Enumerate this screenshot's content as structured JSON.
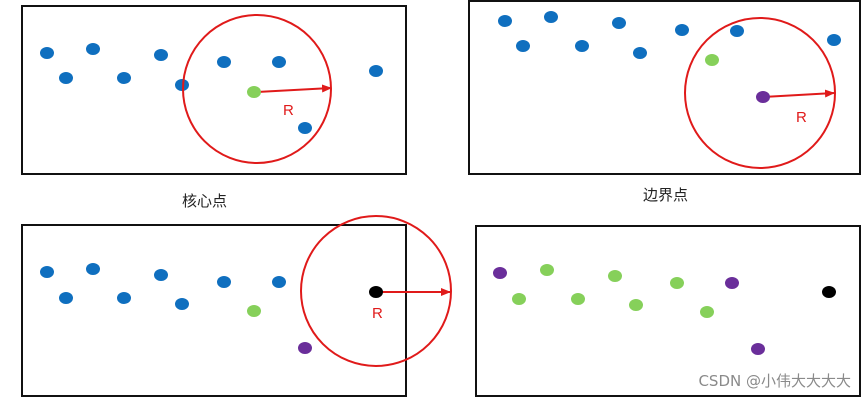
{
  "colors": {
    "frame": "#111111",
    "circle": "#e01a1a",
    "arrow": "#e01a1a",
    "radius_label": "#e01a1a",
    "point_normal": "#0f6fbf",
    "point_core": "#86d05a",
    "point_border": "#6a2e9a",
    "point_noise": "#000000"
  },
  "panels": {
    "core": {
      "caption": "核心点",
      "radius_label": "R"
    },
    "border": {
      "caption": "边界点",
      "radius_label": "R"
    },
    "noise": {
      "radius_label": "R"
    },
    "result": {}
  },
  "watermark": "CSDN @小伟大大大大"
}
